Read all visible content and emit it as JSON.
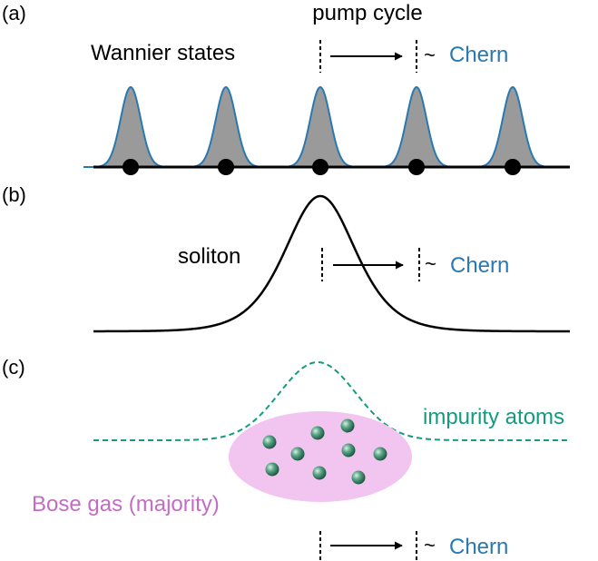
{
  "panels": {
    "a": {
      "tag": "(a)",
      "title": "pump cycle",
      "label": "Wannier states",
      "shift_prefix": "~",
      "shift_label": "Chern"
    },
    "b": {
      "tag": "(b)",
      "label": "soliton",
      "shift_prefix": "~",
      "shift_label": "Chern"
    },
    "c": {
      "tag": "(c)",
      "impurity_label": "impurity atoms",
      "gas_label": "Bose gas (majority)",
      "shift_prefix": "~",
      "shift_label": "Chern"
    }
  },
  "colors": {
    "chern_text": "#2a78b2",
    "wannier_stroke": "#2a78b2",
    "wannier_fill": "#9a9a9a",
    "impurity": "#139b80",
    "gas_fill": "#f2c4f0",
    "gas_text": "#c46cc4",
    "atom": "#5aa587",
    "ink": "#000000"
  },
  "atom_count": 9
}
